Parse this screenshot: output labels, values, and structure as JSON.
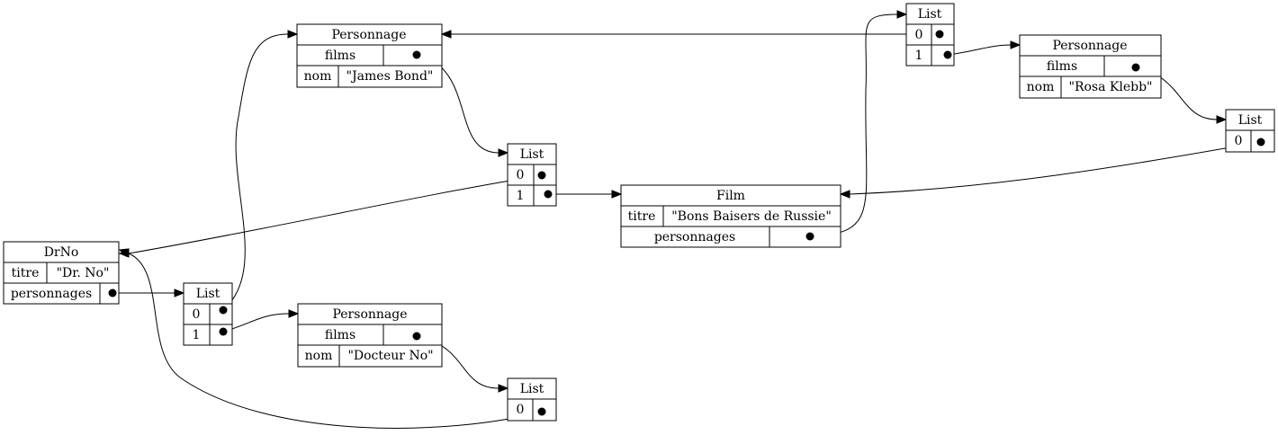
{
  "nodes": {
    "perso_bond": {
      "header": "Personnage",
      "films_label": "films",
      "nom_label": "nom",
      "nom_value": "\"James Bond\""
    },
    "perso_rosa": {
      "header": "Personnage",
      "films_label": "films",
      "nom_label": "nom",
      "nom_value": "\"Rosa Klebb\""
    },
    "perso_docteur": {
      "header": "Personnage",
      "films_label": "films",
      "nom_label": "nom",
      "nom_value": "\"Docteur No\""
    },
    "drno": {
      "header": "DrNo",
      "titre_label": "titre",
      "titre_value": "\"Dr. No\"",
      "personnages_label": "personnages"
    },
    "film": {
      "header": "Film",
      "titre_label": "titre",
      "titre_value": "\"Bons Baisers de Russie\"",
      "personnages_label": "personnages"
    },
    "list_film_persos": {
      "header": "List",
      "index0": "0",
      "index1": "1"
    },
    "list_bond_films": {
      "header": "List",
      "index0": "0",
      "index1": "1"
    },
    "list_rosa_films": {
      "header": "List",
      "index0": "0"
    },
    "list_drno_persos": {
      "header": "List",
      "index0": "0",
      "index1": "1"
    },
    "list_docteur_films": {
      "header": "List",
      "index0": "0"
    }
  }
}
